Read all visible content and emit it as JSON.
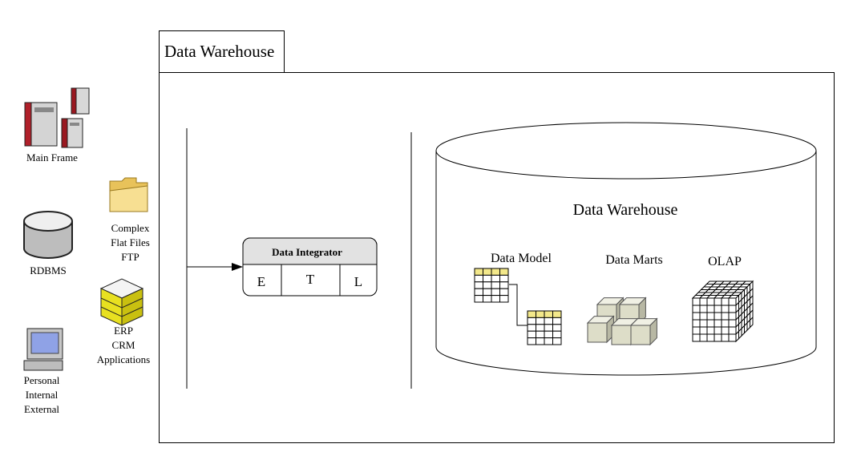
{
  "tab_title": "Data Warehouse",
  "sources": {
    "mainframe": "Main Frame",
    "rdbms": "RDBMS",
    "personal": "Personal\nInternal\nExternal",
    "files": "Complex\nFlat Files\nFTP",
    "erp": "ERP\nCRM\nApplications"
  },
  "integrator": {
    "title": "Data Integrator",
    "steps": [
      "E",
      "T",
      "L"
    ]
  },
  "warehouse": {
    "title": "Data Warehouse",
    "data_model": "Data Model",
    "data_marts": "Data Marts",
    "olap": "OLAP"
  },
  "colors": {
    "grid_header": "#f3e88a",
    "cube_fill": "#ddddc8",
    "server_red": "#b0202a",
    "stack_yellow": "#e8e020",
    "folder": "#f2d479",
    "screen": "#8fa2e6"
  }
}
